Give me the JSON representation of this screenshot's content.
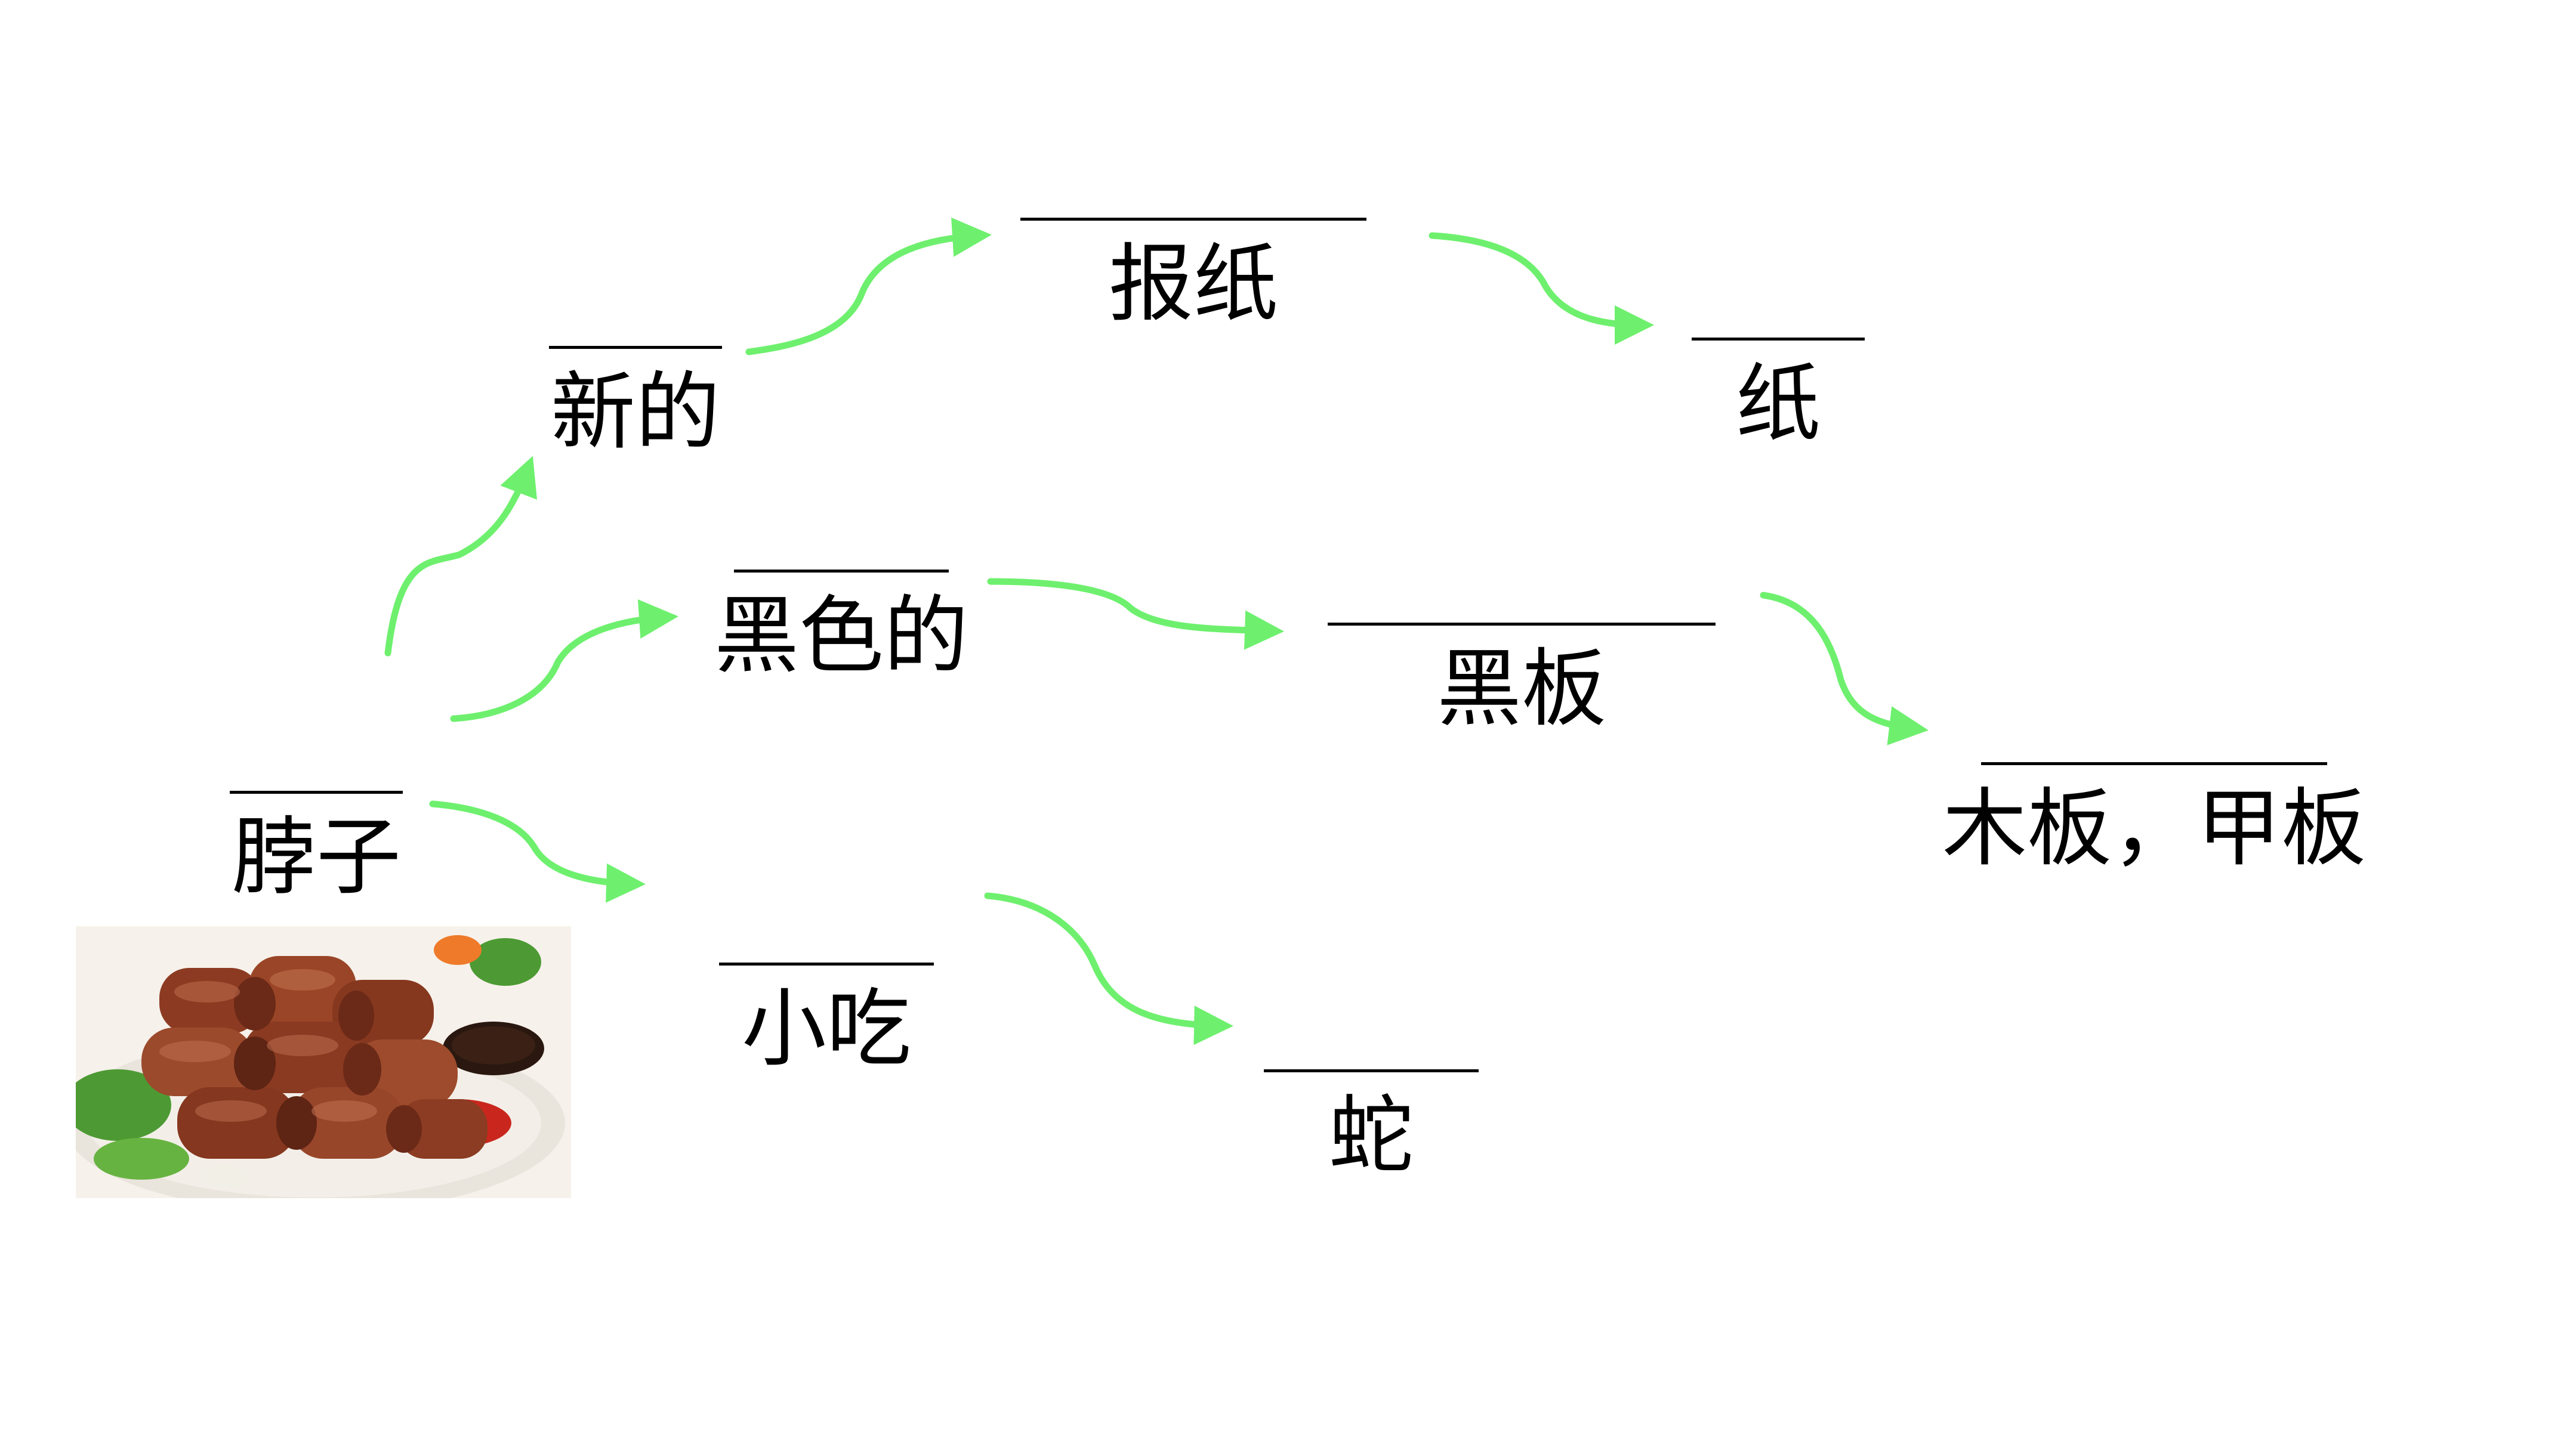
{
  "diagram": {
    "nodes": {
      "bozi": {
        "label": "脖子"
      },
      "xinde": {
        "label": "新的"
      },
      "baozhi": {
        "label": "报纸"
      },
      "zhi": {
        "label": "纸"
      },
      "heisede": {
        "label": "黑色的"
      },
      "heiban": {
        "label": "黑板"
      },
      "muban": {
        "label": "木板，甲板"
      },
      "xiaochi": {
        "label": "小吃"
      },
      "she": {
        "label": "蛇"
      }
    },
    "edges": [
      {
        "from": "bozi",
        "to": "xinde"
      },
      {
        "from": "xinde",
        "to": "baozhi"
      },
      {
        "from": "baozhi",
        "to": "zhi"
      },
      {
        "from": "bozi",
        "to": "heisede"
      },
      {
        "from": "heisede",
        "to": "heiban"
      },
      {
        "from": "heiban",
        "to": "muban"
      },
      {
        "from": "bozi",
        "to": "xiaochi"
      },
      {
        "from": "xiaochi",
        "to": "she"
      }
    ],
    "colors": {
      "arrow": "#6ef06e",
      "text": "#000000",
      "background": "#ffffff"
    }
  },
  "image": {
    "subject": "braised-duck-neck-dish-photo"
  }
}
